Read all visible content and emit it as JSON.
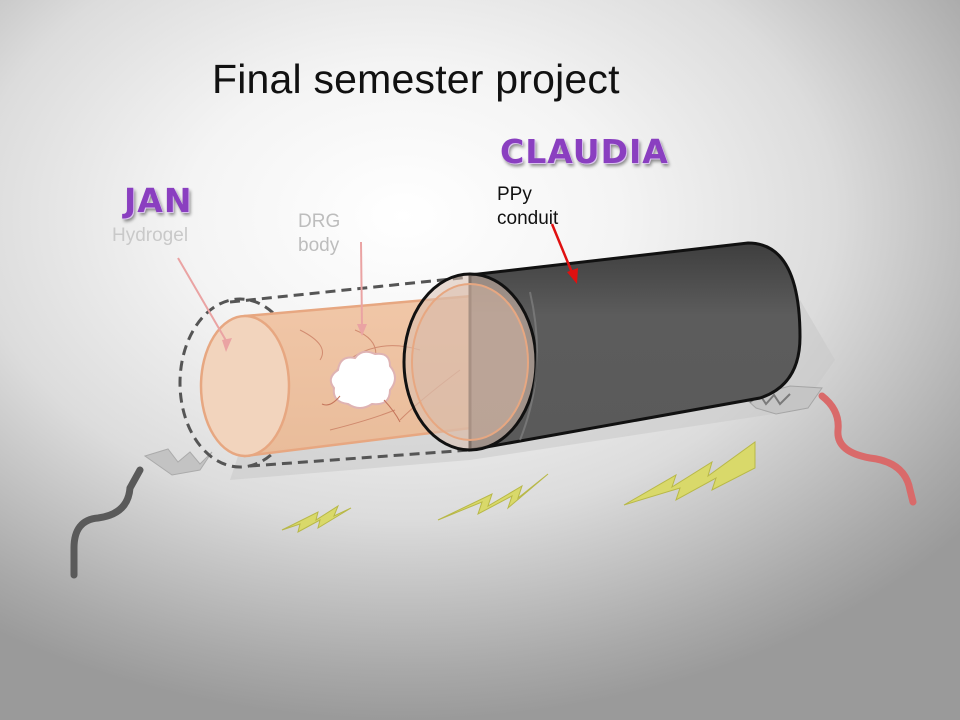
{
  "slide": {
    "title": "Final semester project"
  },
  "labels": {
    "jan": "JAN",
    "claudia": "CLAUDIA"
  },
  "annotations": {
    "hydrogel": "Hydrogel",
    "drg_body": "DRG body",
    "ppy_conduit": "PPy conduit"
  },
  "colors": {
    "name_label": "#8a3fc0",
    "conduit": "#555555",
    "hydrogel": "#f3c7a6",
    "left_wire": "#5a5a5a",
    "right_wire": "#d96a6a",
    "lightning": "#d9d96a",
    "ppy_arrow": "#e01010",
    "pale_arrows": "#eaa3a3"
  }
}
